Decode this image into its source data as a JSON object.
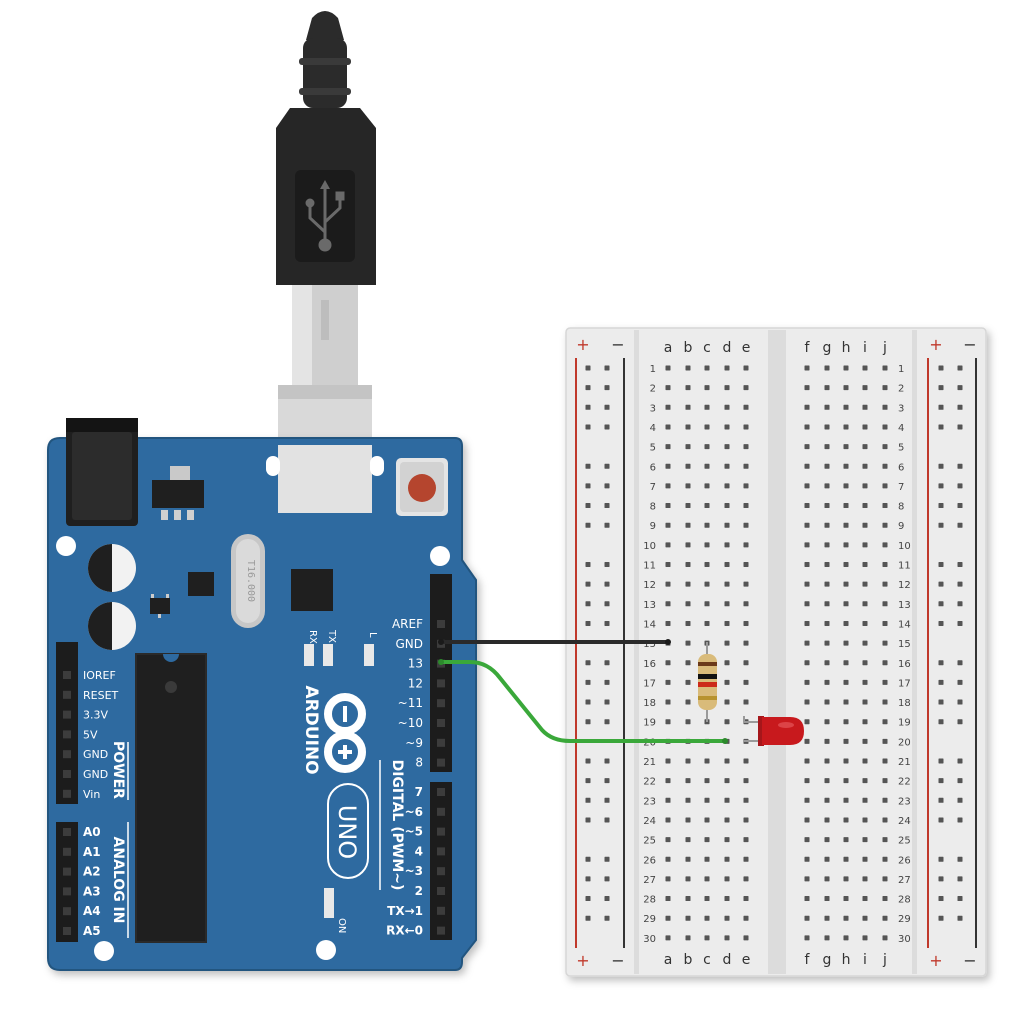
{
  "board": {
    "logo_text": "ARDUINO",
    "model": "UNO",
    "crystal_text": "T16.000",
    "led_labels": {
      "rx": "RX",
      "tx": "TX",
      "l": "L",
      "on": "ON"
    },
    "power_section_label": "POWER",
    "analog_section_label": "ANALOG IN",
    "digital_section_label": "DIGITAL (PWM~)",
    "power_pins": [
      "IOREF",
      "RESET",
      "3.3V",
      "5V",
      "GND",
      "GND",
      "Vin"
    ],
    "analog_pins": [
      "A0",
      "A1",
      "A2",
      "A3",
      "A4",
      "A5"
    ],
    "digital_upper_pins": [
      "AREF",
      "GND",
      "13",
      "12",
      "~11",
      "~10",
      "~9",
      "8"
    ],
    "digital_lower_pins": [
      "7",
      "~6",
      "~5",
      "4",
      "~3",
      "2",
      "TX→1",
      "RX←0"
    ]
  },
  "breadboard": {
    "rail_plus": "+",
    "rail_minus": "−",
    "cols_left": [
      "a",
      "b",
      "c",
      "d",
      "e"
    ],
    "cols_right": [
      "f",
      "g",
      "h",
      "i",
      "j"
    ],
    "rows": [
      "1",
      "2",
      "3",
      "4",
      "5",
      "6",
      "7",
      "8",
      "9",
      "10",
      "11",
      "12",
      "13",
      "14",
      "15",
      "16",
      "17",
      "18",
      "19",
      "20",
      "21",
      "22",
      "23",
      "24",
      "25",
      "26",
      "27",
      "28",
      "29",
      "30"
    ]
  },
  "colors": {
    "board_blue": "#2e6aa0",
    "board_edge": "#24557f",
    "breadboard_bg": "#ececec",
    "rail_red": "#c0392b",
    "wire_black": "#2a2a2a",
    "wire_green": "#3aa83a",
    "led_red": "#c8191d",
    "usb_black": "#262626"
  },
  "icons": [
    "usb-icon",
    "arduino-infinity-logo"
  ]
}
